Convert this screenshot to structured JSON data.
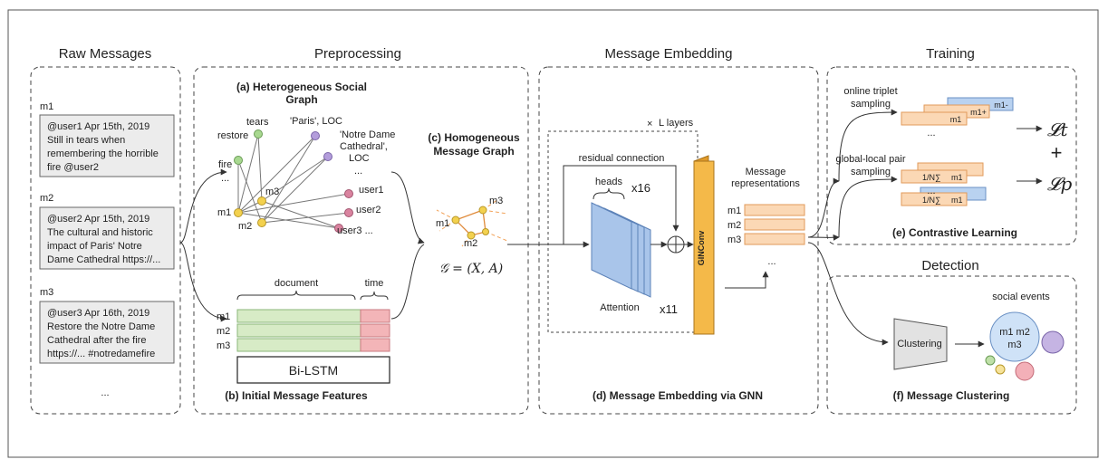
{
  "sections": {
    "raw": "Raw Messages",
    "pre": "Preprocessing",
    "emb": "Message Embedding",
    "train": "Training",
    "detect": "Detection"
  },
  "raw": {
    "m1": {
      "id": "m1",
      "lines": [
        "@user1 Apr 15th, 2019",
        "Still in tears when",
        "remembering the horrible",
        "fire @user2"
      ]
    },
    "m2": {
      "id": "m2",
      "lines": [
        "@user2 Apr 15th, 2019",
        "The cultural and historic",
        "impact of Paris' Notre",
        "Dame Cathedral https://..."
      ]
    },
    "m3": {
      "id": "m3",
      "lines": [
        "@user3 Apr 16th, 2019",
        "Restore the Notre Dame",
        "Cathedral after the fire",
        "https://...  #notredamefire"
      ]
    },
    "ellipsis": "..."
  },
  "hetero": {
    "caption": [
      "(a) Heterogeneous Social",
      "Graph"
    ],
    "nodes": {
      "tears": "tears",
      "restore": "restore",
      "fire": "fire",
      "dots": "...",
      "paris": "'Paris', LOC",
      "notre": [
        "'Notre Dame",
        "Cathedral',",
        "LOC"
      ],
      "dots2": "...",
      "user1": "user1",
      "user2": "user2",
      "user3": "user3 ...",
      "m1": "m1",
      "m2": "m2",
      "m3": "m3"
    }
  },
  "features": {
    "caption": "(b) Initial Message Features",
    "document": "document",
    "time": "time",
    "rows": [
      "m1",
      "m2",
      "m3"
    ],
    "bilstm": "Bi-LSTM"
  },
  "homo": {
    "caption": [
      "(c) Homogeneous",
      "Message Graph"
    ],
    "nodes": [
      "m1",
      "m2",
      "m3"
    ],
    "formula": "𝒢 = (X, A)"
  },
  "gnn": {
    "layers": "L layers",
    "times": "×",
    "residual": "residual connection",
    "heads": "heads",
    "x16": "x16",
    "attention": "Attention",
    "x11": "x11",
    "oplus": "⊕",
    "ginconv": "GINConv",
    "repr": [
      "Message",
      "representations"
    ],
    "rows": [
      "m1",
      "m2",
      "m3"
    ],
    "dots": "...",
    "caption": "(d) Message Embedding via GNN"
  },
  "training": {
    "triplet": [
      "online triplet",
      "sampling"
    ],
    "pair": [
      "global-local pair",
      "sampling"
    ],
    "m1": "m1",
    "m1plus": "m1+",
    "m1minus": "m1-",
    "avg": "1/N∑",
    "dots": "...",
    "loss_t": "𝓛t",
    "plus": "+",
    "loss_p": "𝓛p",
    "caption": "(e) Contrastive Learning"
  },
  "detection": {
    "clustering": "Clustering",
    "events": "social events",
    "cluster_labels": [
      "m1 m2",
      "m3"
    ],
    "caption": "(f) Message Clustering"
  },
  "colors": {
    "node_green": "#a8d890",
    "node_purple": "#b39ddb",
    "node_pink": "#d9839f",
    "node_yellow": "#f3d14e",
    "feat_green": "#d7ebc6",
    "feat_red": "#f3b5b8",
    "attn_blue": "#a9c5ea",
    "gin_orange": "#f4b949",
    "repr_orange": "#fbd8b5",
    "neg_blue": "#b9d2f0",
    "cluster_blue": "#cfe2f7",
    "cluster_purple": "#c5b4e3",
    "cluster_pink": "#f3b0b8",
    "cluster_green": "#bfe0a8",
    "cluster_yellow": "#f6e39a"
  }
}
